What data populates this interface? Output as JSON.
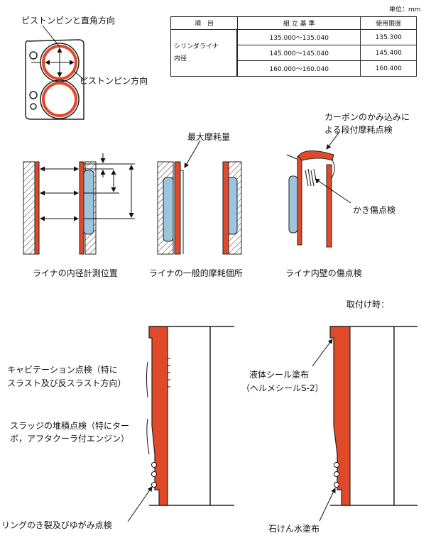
{
  "top_left": {
    "perpendicular_label": "ピストンピンと直角方向",
    "pin_direction_label": "ピストンピン方向"
  },
  "spec_table": {
    "unit": "単位：mm",
    "headers": [
      "項　目",
      "組 立 基 準",
      "使用限度"
    ],
    "item_label_line1": "シリンダライナ",
    "item_label_line2": "内径",
    "rows": [
      {
        "standard": "135.000～135.040",
        "limit": "135.300"
      },
      {
        "standard": "145.000～145.040",
        "limit": "145.400"
      },
      {
        "standard": "160.000～160.040",
        "limit": "160.400"
      }
    ]
  },
  "mid_figures": {
    "max_wear_label": "最大摩耗量",
    "carbon_label_line1": "カーボンのかみ込みに",
    "carbon_label_line2": "よる段付摩耗点検",
    "scratch_label": "かき傷点検",
    "caption_left": "ライナの内径計測位置",
    "caption_center": "ライナの一般的摩耗個所",
    "caption_right": "ライナ内壁の傷点検"
  },
  "bottom_figures": {
    "install_label": "取付け時：",
    "cavitation_line1": "キャビテーション点検（特に",
    "cavitation_line2": "スラスト及び反スラスト方向）",
    "sludge_line1": "スラッジの堆積点検（特にター",
    "sludge_line2": "ボ，アフタクーラ付エンジン）",
    "ring_label": "リングのき裂及びゆがみ点検",
    "sealant_line1": "液体シール塗布",
    "sealant_line2": "（ヘルメシールS-2）",
    "soap_label": "石けん水塗布"
  },
  "colors": {
    "liner_red": "#e0492a",
    "liner_blue": "#9cc4dc",
    "outline": "#222222"
  }
}
